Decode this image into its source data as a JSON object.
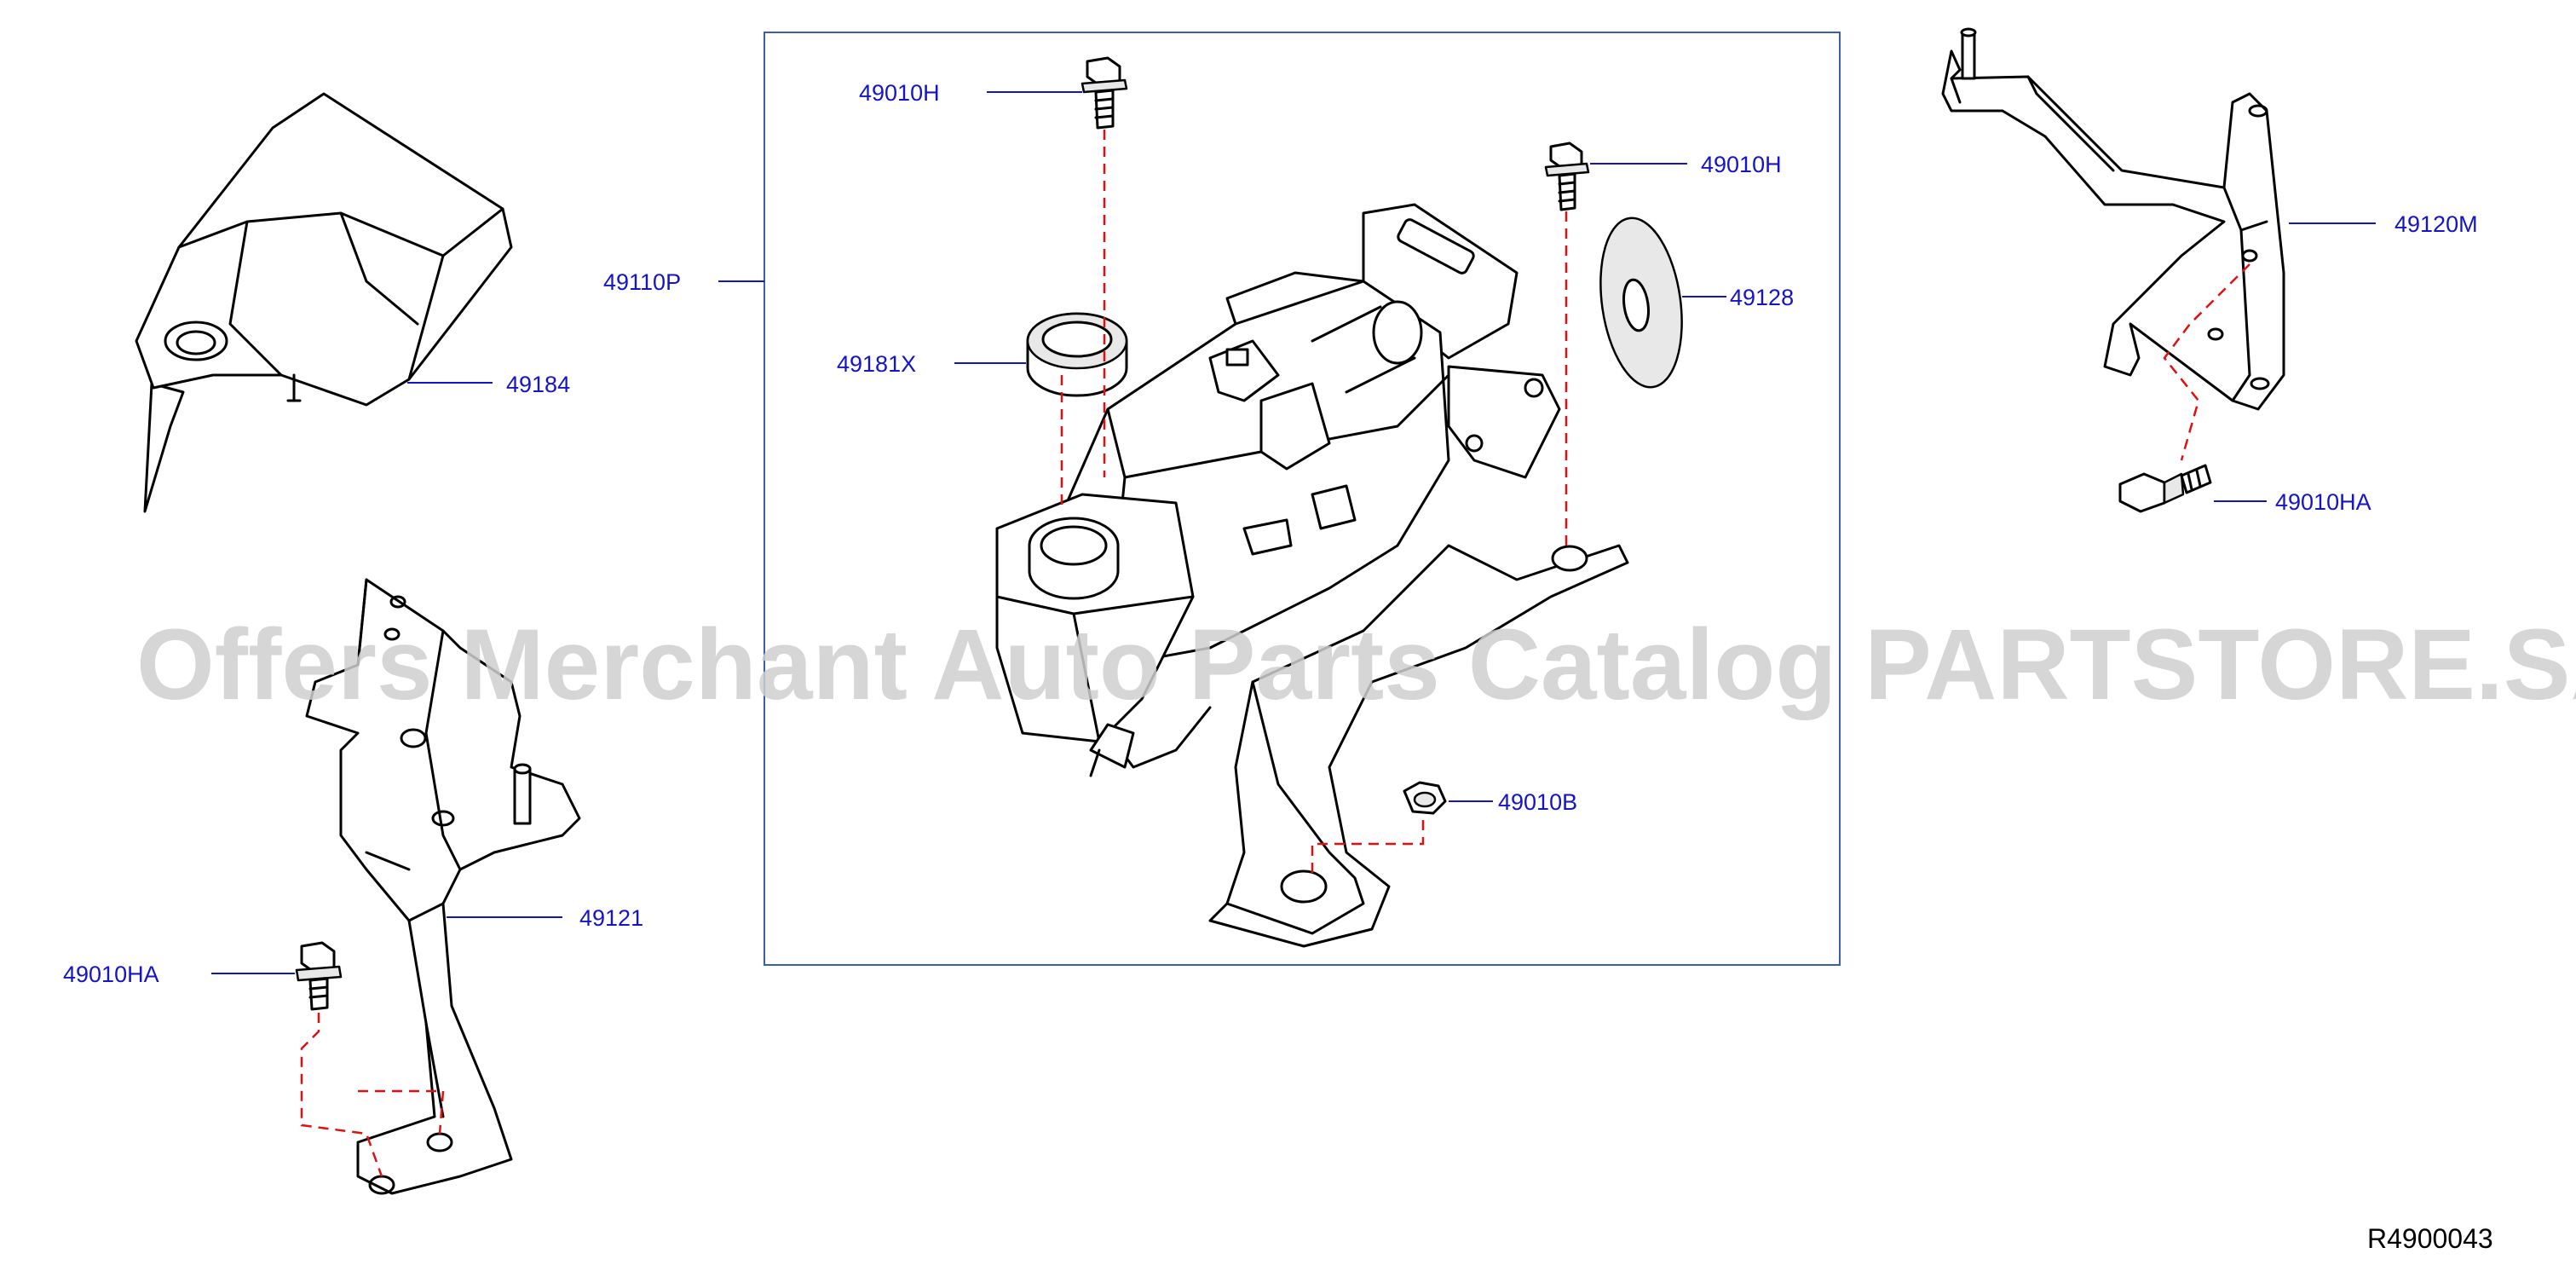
{
  "diagram": {
    "labels": {
      "p49184": "49184",
      "p49110P": "49110P",
      "p49010H_a": "49010H",
      "p49010H_b": "49010H",
      "p49181X": "49181X",
      "p49128": "49128",
      "p49010B": "49010B",
      "p49120M": "49120M",
      "p49010HA_a": "49010HA",
      "p49121": "49121",
      "p49010HA_b": "49010HA"
    },
    "ref_code": "R4900043",
    "watermark": "Offers Merchant Auto Parts Catalog PARTSTORE.SA",
    "colors": {
      "label": "#1414c8",
      "dashed_guide": "#e01010",
      "frame": "#3a5fa8",
      "linework": "#000000"
    }
  }
}
